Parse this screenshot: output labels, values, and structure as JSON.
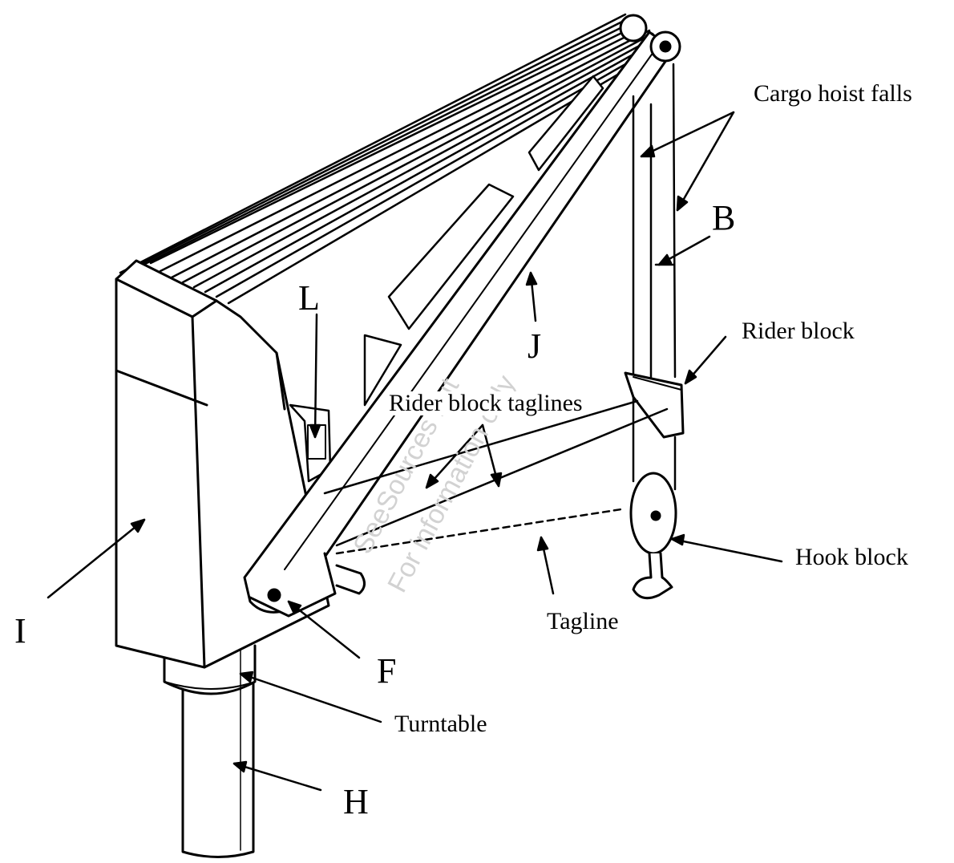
{
  "labels": {
    "cargo_hoist_falls": "Cargo hoist falls",
    "b": "B",
    "l": "L",
    "j": "J",
    "rider_block": "Rider block",
    "rider_block_taglines": "Rider block taglines",
    "hook_block": "Hook block",
    "tagline": "Tagline",
    "i": "I",
    "f": "F",
    "turntable": "Turntable",
    "h": "H"
  },
  "watermark": {
    "line1": "SeeSources but",
    "line2": "For information only"
  },
  "colors": {
    "ink": "#000000",
    "paper": "#ffffff",
    "watermark": "#d2d2d2"
  }
}
